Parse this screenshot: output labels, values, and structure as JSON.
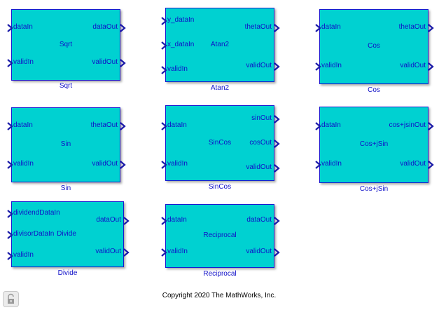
{
  "blocks": [
    {
      "name": "Sqrt",
      "caption": "Sqrt",
      "inputs": [
        "dataIn",
        "validIn"
      ],
      "outputs": [
        "dataOut",
        "validOut"
      ]
    },
    {
      "name": "Atan2",
      "caption": "Atan2",
      "inputs": [
        "y_dataIn",
        "x_dataIn",
        "validIn"
      ],
      "outputs": [
        "thetaOut",
        "validOut"
      ]
    },
    {
      "name": "Cos",
      "caption": "Cos",
      "inputs": [
        "dataIn",
        "validIn"
      ],
      "outputs": [
        "thetaOut",
        "validOut"
      ]
    },
    {
      "name": "Sin",
      "caption": "Sin",
      "inputs": [
        "dataIn",
        "validIn"
      ],
      "outputs": [
        "thetaOut",
        "validOut"
      ]
    },
    {
      "name": "SinCos",
      "caption": "SinCos",
      "inputs": [
        "dataIn",
        "validIn"
      ],
      "outputs": [
        "sinOut",
        "cosOut",
        "validOut"
      ]
    },
    {
      "name": "Cos+jSin",
      "caption": "Cos+jSin",
      "inputs": [
        "dataIn",
        "validIn"
      ],
      "outputs": [
        "cos+jsinOut",
        "validOut"
      ]
    },
    {
      "name": "Divide",
      "caption": "Divide",
      "inputs": [
        "dividendDataIn",
        "divisorDataIn",
        "validIn"
      ],
      "outputs": [
        "dataOut",
        "validOut"
      ]
    },
    {
      "name": "Reciprocal",
      "caption": "Reciprocal",
      "inputs": [
        "dataIn",
        "validIn"
      ],
      "outputs": [
        "dataOut",
        "validOut"
      ]
    }
  ],
  "footer": {
    "copyright": "Copyright 2020 The MathWorks, Inc."
  },
  "icons": {
    "lock": "lock-icon",
    "port": "chevron-right-icon"
  },
  "colors": {
    "block_fill": "#00d1d1",
    "block_border": "#1a1ad0",
    "text": "#1010c8"
  }
}
